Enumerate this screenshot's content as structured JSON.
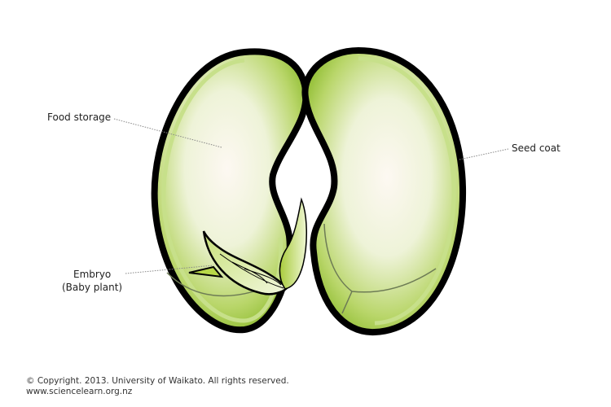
{
  "labels": {
    "food_storage": "Food storage",
    "seed_coat": "Seed coat",
    "embryo": "Embryo",
    "embryo_sub": "(Baby plant)"
  },
  "footer": {
    "copyright": "© Copyright. 2013. University of Waikato. All rights reserved.",
    "url": "www.sciencelearn.org.nz"
  },
  "colors": {
    "outline": "#000000",
    "cotyledon_edge": "#8dbb2e",
    "cotyledon_center": "#fdf8f2",
    "rim": "#c7e08a",
    "leader_line": "#888888"
  }
}
